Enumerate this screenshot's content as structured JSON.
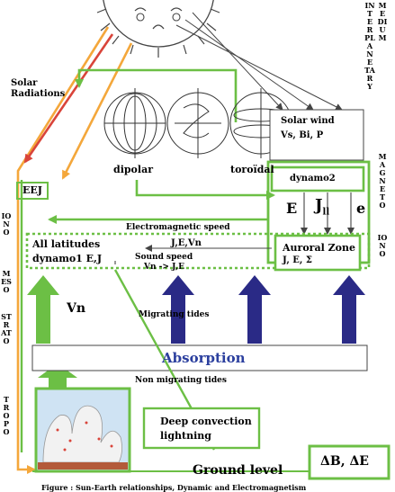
{
  "colors": {
    "green": "#6cbf45",
    "orange": "#f4a73b",
    "red": "#d9443a",
    "navy": "#2a2a86",
    "blue_text": "#2b3f9e",
    "grey": "#555555"
  },
  "icons": [
    "sun-icon",
    "dipolar-field-icon",
    "spiral-field-icon",
    "toroidal-field-icon",
    "convection-clouds-icon"
  ],
  "labels": {
    "solar_radiations_1": "Solar",
    "solar_radiations_2": "Radiations",
    "dipolar": "dipolar",
    "toroidal": "toroïdal",
    "solar_wind_1": "Solar wind",
    "solar_wind_2": "Vs, Bi, P",
    "dynamo2": "dynamo2",
    "eej": "EEJ",
    "e_field": "E",
    "j_par": "J",
    "j_par_sub": "ll",
    "e_charge": "e",
    "em_speed": "Electromagnetic speed",
    "all_latitudes": "All  latitudes",
    "dynamo1": "dynamo1  E,J",
    "jevn": "J,E,Vn",
    "sound_speed": "Sound speed",
    "vn_je": "Vn -> J,E",
    "auroral_zone": "Auroral Zone",
    "auroral_vars": "J, E, Σ",
    "vn": "Vn",
    "migrating_tides": "Migrating tides",
    "absorption": "Absorption",
    "non_migrating_tides": "Non migrating tides",
    "deep_convection_1": "Deep convection",
    "deep_convection_2": "lightning",
    "delta": "ΔB, ΔE",
    "ground_level": "Ground level",
    "caption": "Figure : Sun-Earth relationships, Dynamic and Electromagnetism"
  },
  "vertical_labels": {
    "interplanetary": "INTERPLANETARY",
    "medium": "MEDIUM",
    "magneto": "MAGNETO",
    "iono_right": "IONO",
    "iono_left": "IONO",
    "meso": "MESO",
    "strato": "STRATO",
    "tropo": "TROPO"
  }
}
